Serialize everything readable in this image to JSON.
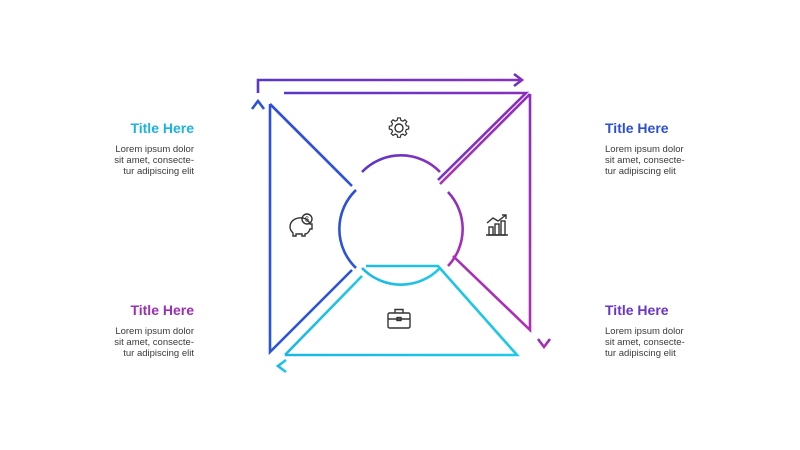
{
  "blocks": [
    {
      "id": "top-left",
      "title": "Title Here",
      "lines": [
        "Lorem ipsum dolor",
        "sit amet, consecte-",
        "tur adipiscing elit"
      ],
      "color": "#1bb3e0"
    },
    {
      "id": "top-right",
      "title": "Title Here",
      "lines": [
        "Lorem ipsum dolor",
        "sit amet, consecte-",
        "tur adipiscing elit"
      ],
      "color": "#2d4fd6"
    },
    {
      "id": "bottom-left",
      "title": "Title Here",
      "lines": [
        "Lorem ipsum dolor",
        "sit amet, consecte-",
        "tur adipiscing elit"
      ],
      "color": "#9b2fb5"
    },
    {
      "id": "bottom-right",
      "title": "Title Here",
      "lines": [
        "Lorem ipsum dolor",
        "sit amet, consecte-",
        "tur adipiscing elit"
      ],
      "color": "#6a34c8"
    }
  ],
  "icons": {
    "top": "gear-icon",
    "right": "growth-chart-icon",
    "bottom": "briefcase-icon",
    "left": "piggy-bank-icon"
  },
  "segment_colors": {
    "top": "#6a34c8",
    "right": "#a52fb8",
    "bottom": "#1bc0e6",
    "left": "#2d4fd6"
  }
}
